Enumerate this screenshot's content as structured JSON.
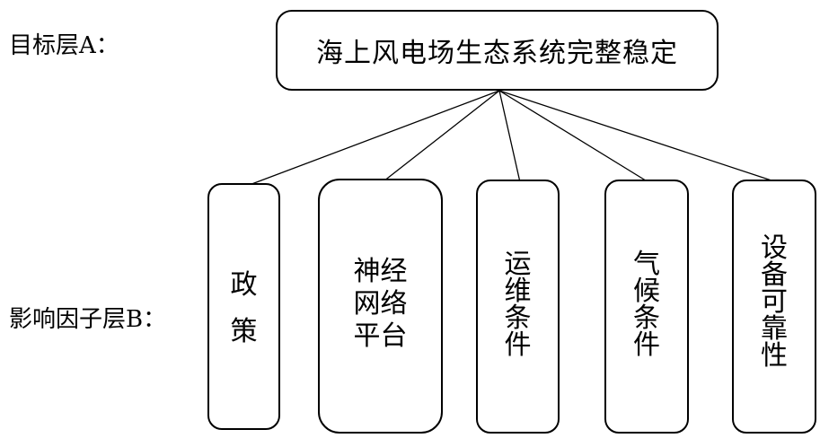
{
  "labels": {
    "goal_layer": "目标层A：",
    "factor_layer": "影响因子层B："
  },
  "goal": {
    "text": "海上风电场生态系统完整稳定"
  },
  "factors": [
    {
      "text": "政\n策"
    },
    {
      "text": "神经\n网络\n平台"
    },
    {
      "text": "运\n维\n条\n件"
    },
    {
      "text": "气\n候\n条\n件"
    },
    {
      "text": "设\n备\n可\n靠\n性"
    }
  ]
}
